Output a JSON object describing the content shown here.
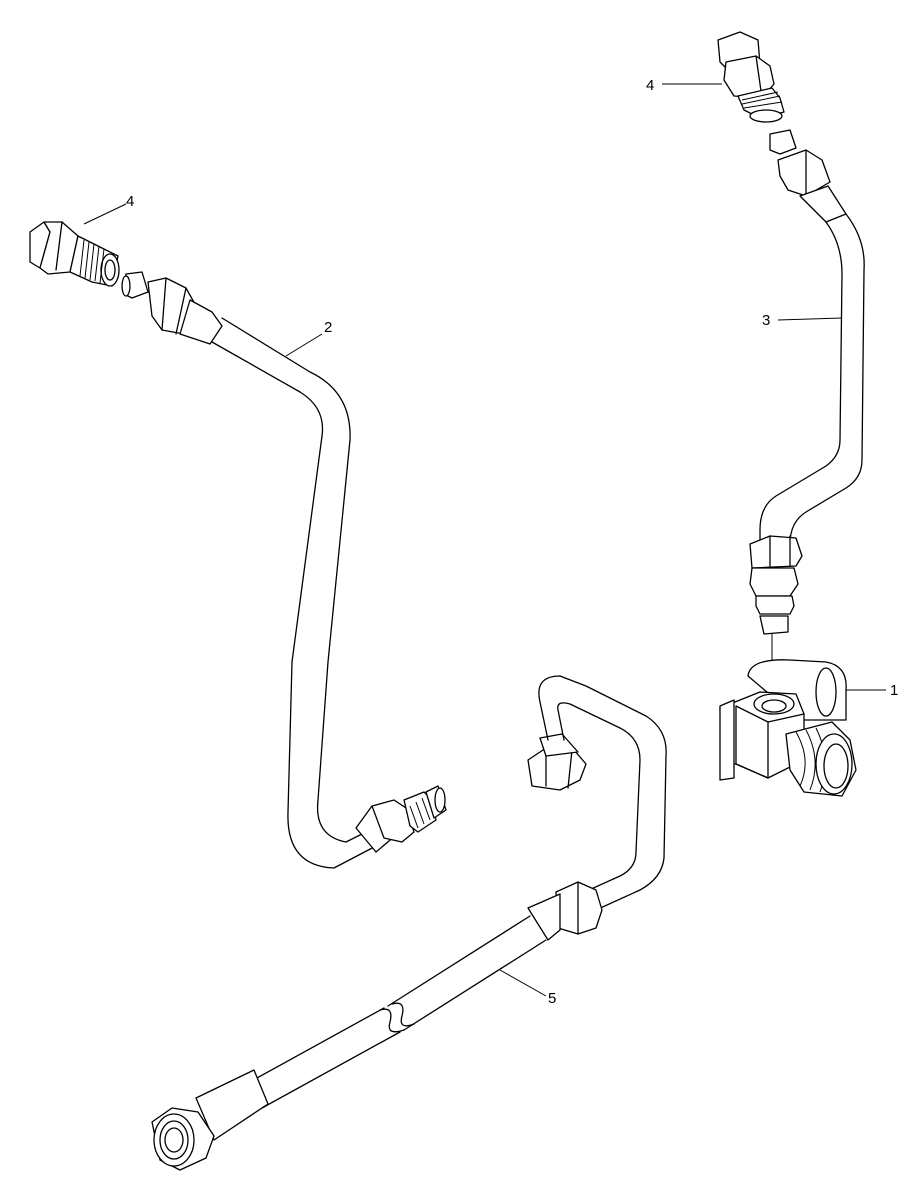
{
  "diagram": {
    "callouts": [
      {
        "id": "c1",
        "label": "1"
      },
      {
        "id": "c2",
        "label": "2"
      },
      {
        "id": "c3",
        "label": "3"
      },
      {
        "id": "c4a",
        "label": "4"
      },
      {
        "id": "c4b",
        "label": "4"
      },
      {
        "id": "c5",
        "label": "5"
      }
    ]
  }
}
